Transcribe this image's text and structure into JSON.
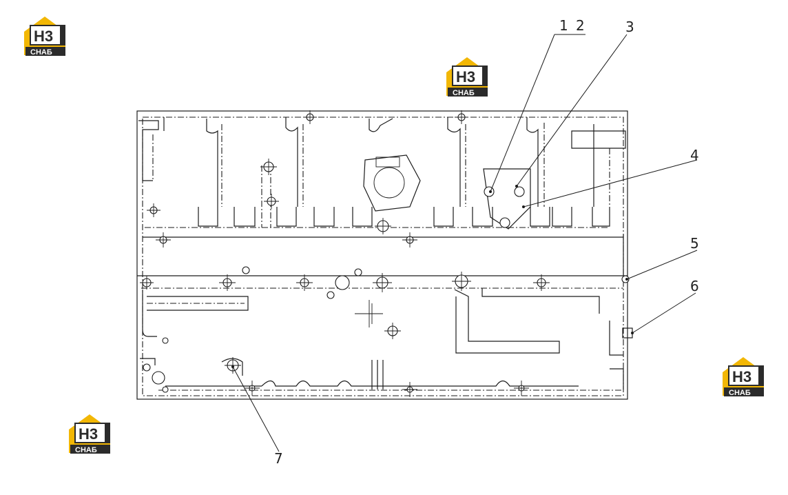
{
  "brand": {
    "logo_top": "Н3",
    "logo_bottom": "СНАБ",
    "colors": {
      "roof": "#f2b705",
      "dark": "#2b2b2b",
      "white": "#ffffff"
    }
  },
  "callouts": [
    {
      "id": "1",
      "label": "1"
    },
    {
      "id": "2",
      "label": "2"
    },
    {
      "id": "3",
      "label": "3"
    },
    {
      "id": "4",
      "label": "4"
    },
    {
      "id": "5",
      "label": "5"
    },
    {
      "id": "6",
      "label": "6"
    },
    {
      "id": "7",
      "label": "7"
    }
  ]
}
